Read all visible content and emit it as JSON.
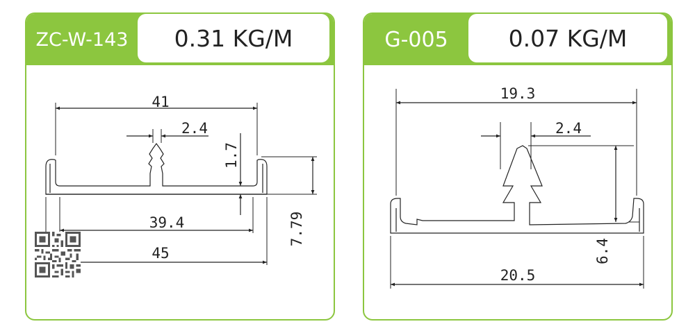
{
  "profiles": [
    {
      "code": "ZC-W-143",
      "weight": "0.31 KG/M",
      "dims": {
        "top": "41",
        "slot": "2.4",
        "slot_depth": "1.7",
        "inner": "39.4",
        "height": "7.79",
        "overall": "45"
      }
    },
    {
      "code": "G-005",
      "weight": "0.07 KG/M",
      "dims": {
        "top": "19.3",
        "slot": "2.4",
        "height": "6.4",
        "overall": "20.5"
      }
    }
  ],
  "colors": {
    "accent": "#8cc63f",
    "line": "#222222"
  },
  "icons": {
    "qr": "qr-code-icon"
  }
}
